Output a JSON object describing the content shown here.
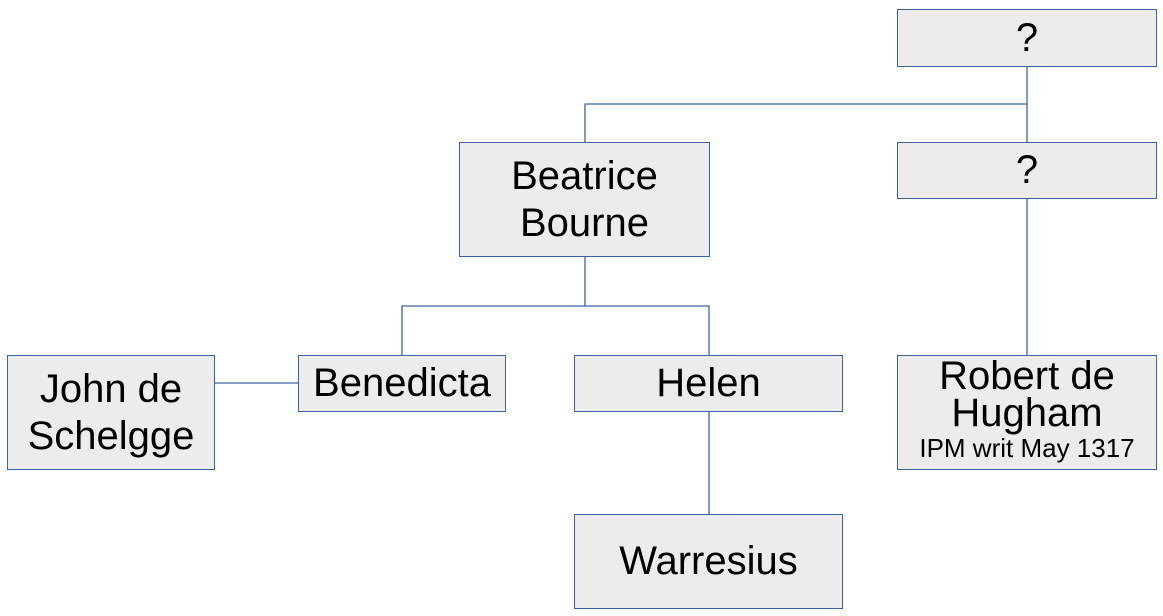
{
  "nodes": {
    "unknown_top": {
      "name": "?"
    },
    "unknown_mid": {
      "name": "?"
    },
    "beatrice_bourne": {
      "name": "Beatrice Bourne"
    },
    "benedicta": {
      "name": "Benedicta"
    },
    "john_de_schelgge": {
      "name": "John de Schelgge"
    },
    "helen": {
      "name": "Helen"
    },
    "robert_de_hugham": {
      "name": "Robert de Hugham",
      "note": "IPM writ May 1317"
    },
    "warresius": {
      "name": "Warresius"
    }
  },
  "colors": {
    "node_fill": "#ececec",
    "node_border": "#3f63a0",
    "connector": "#3f63a0",
    "text": "#000000"
  }
}
